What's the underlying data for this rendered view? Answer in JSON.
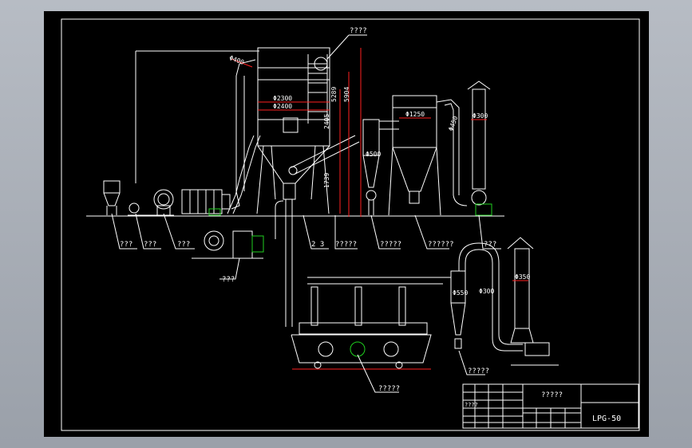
{
  "title_block": {
    "title": "?????",
    "code": "LPG-50"
  },
  "callouts": {
    "top": "????",
    "c1": "???",
    "c2": "???",
    "c3": "???",
    "c4": "2 3",
    "c5": "?????",
    "c6": "?????",
    "c7": "??????",
    "c8": "???",
    "c9": "???",
    "c10": "?????",
    "c11": "?????",
    "c12": "????"
  },
  "dimensions": {
    "d2300": "Φ2300",
    "d2400": "Φ2400",
    "h5289": "5289",
    "h5904": "5904",
    "h2405": "2405",
    "h1739": "1739",
    "d1250": "Φ1250",
    "d450": "Φ450",
    "d300": "Φ300",
    "d500": "Φ500",
    "d550": "Φ550",
    "d300b": "Φ300",
    "d350": "Φ350",
    "pipe": "Φ400"
  },
  "colors": {
    "background": "#000000",
    "frame": "#b7bcc4",
    "lines": "#ffffff",
    "dims": "#ff2020"
  }
}
